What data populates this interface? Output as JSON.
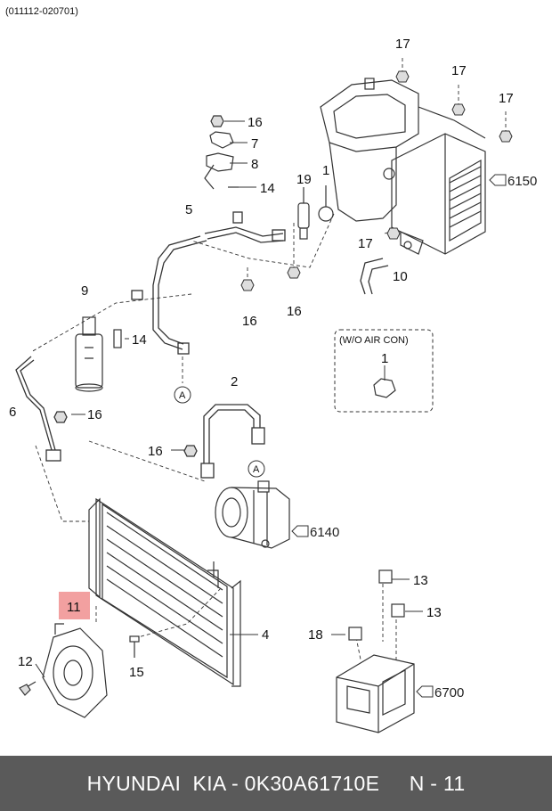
{
  "header": {
    "code": "(011112-020701)"
  },
  "callouts": {
    "c17a": "17",
    "c17b": "17",
    "c17c": "17",
    "c17d": "17",
    "c16a": "16",
    "c7": "7",
    "c8": "8",
    "c14a": "14",
    "c19": "19",
    "c1": "1",
    "c5": "5",
    "c9": "9",
    "c14b": "14",
    "c16b": "16",
    "c16c": "16",
    "c10": "10",
    "c6": "6",
    "c16d": "16",
    "c2": "2",
    "c16e": "16",
    "c11": "11",
    "c12": "12",
    "c15": "15",
    "c4": "4",
    "c18": "18",
    "c13a": "13",
    "c13b": "13",
    "c1b": "1",
    "refA1": "A",
    "refA2": "A"
  },
  "refs": {
    "r6150": "6150",
    "r6140": "6140",
    "r6700": "6700"
  },
  "box": {
    "title": "(W/O AIR CON)"
  },
  "footer": {
    "text": "HYUNDAI  KIA - 0K30A61710E     N - 11"
  },
  "colors": {
    "footer_bg": "#5a5a5a",
    "highlight": "#f2a0a0",
    "line": "#333333"
  }
}
